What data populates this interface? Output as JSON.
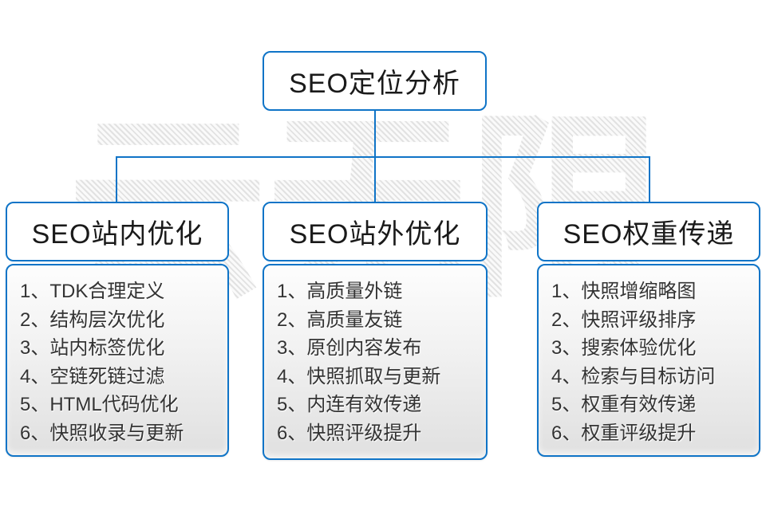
{
  "watermark": "云无限",
  "colors": {
    "accent_blue": "#0f74c7",
    "text_dark": "#333333",
    "watermark_gray": "#e6e6e6",
    "panel_gradient_top": "#fdfdfd",
    "panel_gradient_bottom": "#e0e0e0"
  },
  "root": {
    "title": "SEO定位分析"
  },
  "columns": [
    {
      "title": "SEO站内优化",
      "items": [
        "1、TDK合理定义",
        "2、结构层次优化",
        "3、站内标签优化",
        "4、空链死链过滤",
        "5、HTML代码优化",
        "6、快照收录与更新"
      ]
    },
    {
      "title": "SEO站外优化",
      "items": [
        "1、高质量外链",
        "2、高质量友链",
        "3、原创内容发布",
        "4、快照抓取与更新",
        "5、内连有效传递",
        "6、快照评级提升"
      ]
    },
    {
      "title": "SEO权重传递",
      "items": [
        "1、快照增缩略图",
        "2、快照评级排序",
        "3、搜索体验优化",
        "4、检索与目标访问",
        "5、权重有效传递",
        "6、权重评级提升"
      ]
    }
  ]
}
